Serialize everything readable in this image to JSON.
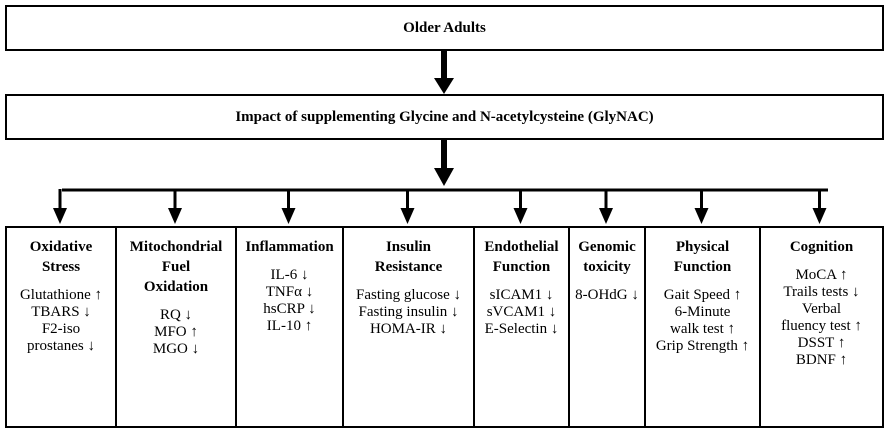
{
  "top": {
    "label": "Older Adults"
  },
  "intervention": {
    "label": "Impact of supplementing Glycine and N-acetylcysteine (GlyNAC)"
  },
  "categories": [
    {
      "title": [
        "Oxidative",
        "Stress"
      ],
      "items": [
        "Glutathione ↑",
        "TBARS ↓",
        "F2-iso",
        "prostanes ↓"
      ]
    },
    {
      "title": [
        "Mitochondrial",
        "Fuel",
        "Oxidation"
      ],
      "items": [
        "RQ ↓",
        "MFO ↑",
        "MGO ↓"
      ]
    },
    {
      "title": [
        "Inflammation"
      ],
      "items": [
        "IL-6 ↓",
        "TNFα ↓",
        "hsCRP ↓",
        "IL-10 ↑"
      ]
    },
    {
      "title": [
        "Insulin",
        "Resistance"
      ],
      "items": [
        "Fasting glucose ↓",
        "Fasting insulin ↓",
        "HOMA-IR ↓"
      ]
    },
    {
      "title": [
        "Endothelial",
        "Function"
      ],
      "items": [
        "sICAM1 ↓",
        "sVCAM1 ↓",
        "E-Selectin ↓"
      ]
    },
    {
      "title": [
        "Genomic",
        "toxicity"
      ],
      "items": [
        "8-OHdG ↓"
      ]
    },
    {
      "title": [
        "Physical",
        "Function"
      ],
      "items": [
        "Gait Speed ↑",
        "6-Minute",
        "walk test ↑",
        "Grip Strength ↑"
      ]
    },
    {
      "title": [
        "Cognition"
      ],
      "items": [
        "MoCA ↑",
        "Trails tests ↓",
        "Verbal",
        "fluency test ↑",
        "DSST ↑",
        "BDNF ↑"
      ]
    }
  ]
}
